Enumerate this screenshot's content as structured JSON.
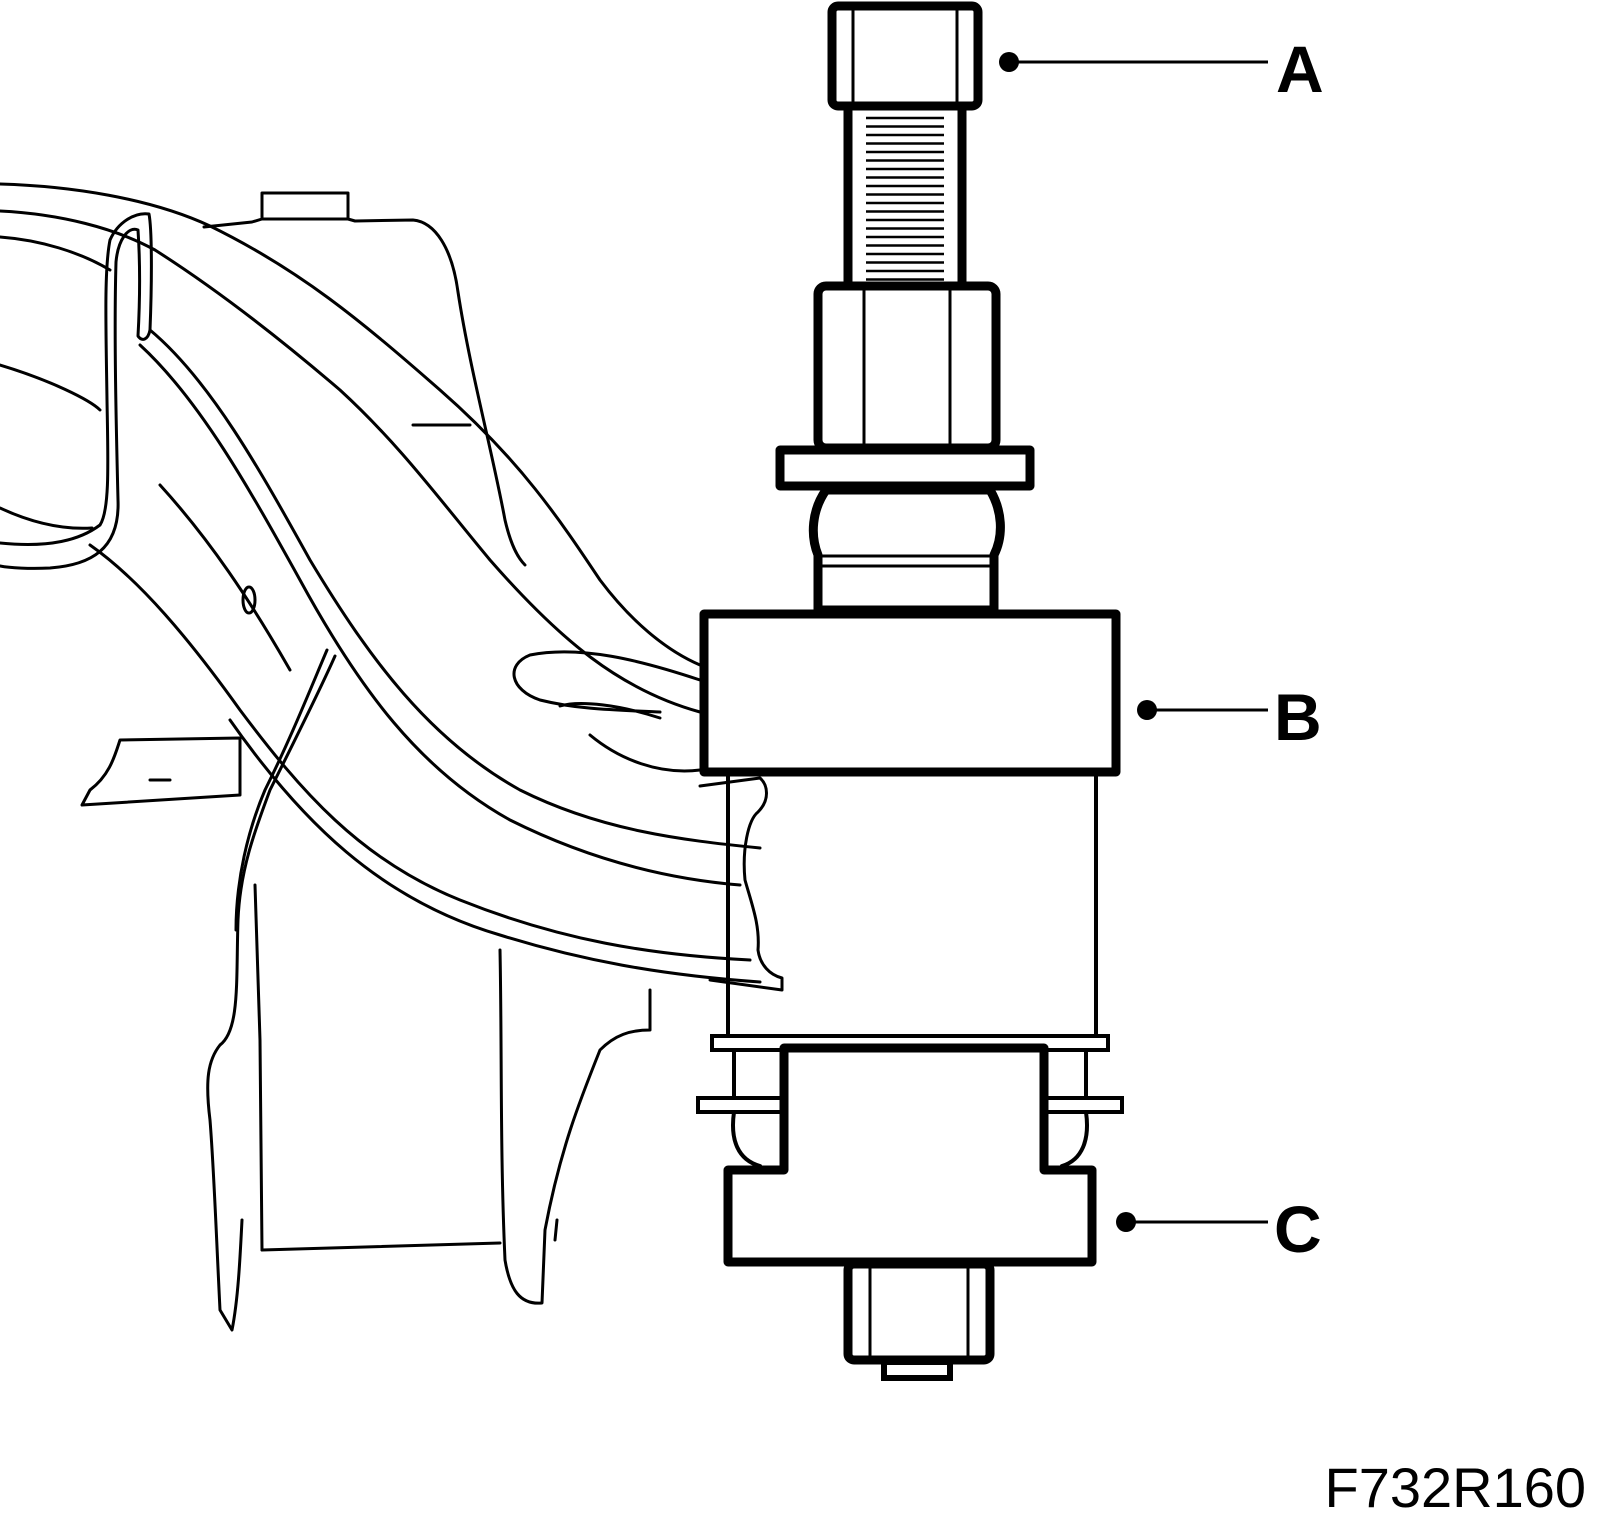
{
  "callouts": [
    {
      "id": "a",
      "label": "A"
    },
    {
      "id": "b",
      "label": "B"
    },
    {
      "id": "c",
      "label": "C"
    }
  ],
  "figure_code": "F732R160",
  "colors": {
    "line": "#000000",
    "background": "#ffffff"
  }
}
